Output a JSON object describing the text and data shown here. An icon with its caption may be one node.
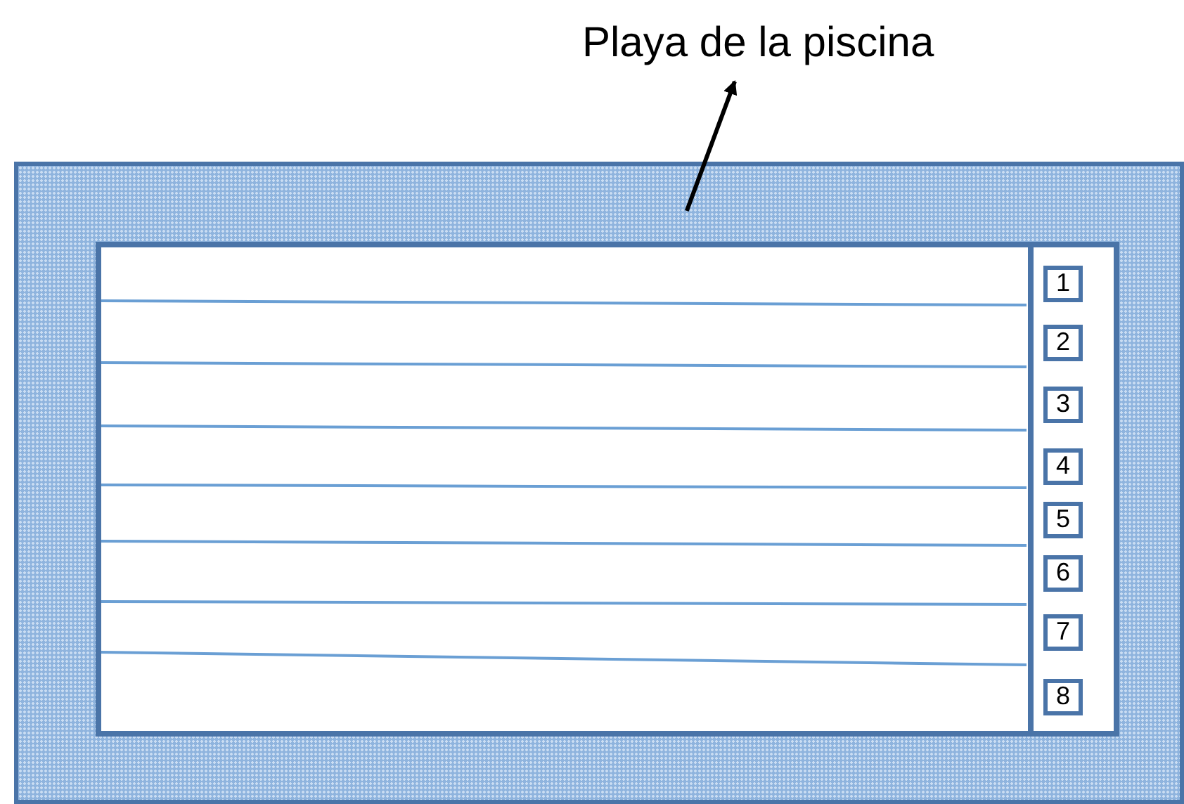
{
  "diagram": {
    "nodes": [
      {
        "text": [
          "Playa de la piscina"
        ]
      },
      {
        "text": [],
        "shape": "box"
      },
      {
        "text": [],
        "shape": "box",
        "in": 1
      },
      {
        "text": [
          "1"
        ],
        "in": 2
      },
      {
        "text": [
          "2"
        ],
        "in": 2
      },
      {
        "text": [
          "3"
        ],
        "in": 2
      },
      {
        "text": [
          "4"
        ],
        "in": 2
      },
      {
        "text": [
          "5"
        ],
        "in": 2
      },
      {
        "text": [
          "6"
        ],
        "in": 2
      },
      {
        "text": [
          "7"
        ],
        "in": 2
      },
      {
        "text": [
          "8"
        ],
        "in": 2
      }
    ],
    "edges": [
      {
        "from": 1,
        "to": 0,
        "arrow": "to"
      }
    ]
  }
}
